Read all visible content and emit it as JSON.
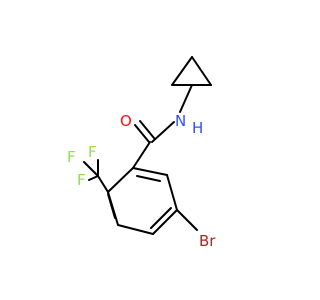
{
  "molecule": {
    "atoms": {
      "oxygen": "O",
      "nitrogen": "N",
      "hydrogen": "H",
      "fluorine_1": "F",
      "fluorine_2": "F",
      "fluorine_3": "F",
      "bromine": "Br"
    },
    "colors": {
      "bond": "#000000",
      "oxygen": "#ff0d0d",
      "nitrogen": "#3050f8",
      "fluorine": "#90e050",
      "bromine": "#a62929"
    }
  }
}
